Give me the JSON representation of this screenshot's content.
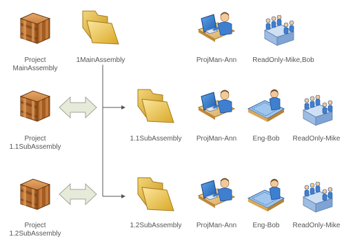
{
  "rows": [
    {
      "project_label": "Project\nMainAssembly",
      "folder_label": "1MainAssembly",
      "roles": [
        "ProjMan-Ann",
        "ReadOnly-Mike,Bob"
      ]
    },
    {
      "project_label": "Project\n1.1SubAssembly",
      "folder_label": "1.1SubAssembly",
      "roles": [
        "ProjMan-Ann",
        "Eng-Bob",
        "ReadOnly-Mike"
      ]
    },
    {
      "project_label": "Project\n1.2SubAssembly",
      "folder_label": "1.2SubAssembly",
      "roles": [
        "ProjMan-Ann",
        "Eng-Bob",
        "ReadOnly-Mike"
      ]
    }
  ],
  "icons": {
    "project": "crate-icon",
    "folder": "folder-icon",
    "project_manager": "person-at-computer-icon",
    "engineer": "person-at-blueprint-table-icon",
    "read_only": "meeting-group-icon",
    "link": "double-arrow-icon"
  },
  "colors": {
    "crate": "#b86a2c",
    "folder": "#e3bb3a",
    "person": "#3f7fd0",
    "arrow_fill": "#e6ead9",
    "connector": "#555555",
    "text": "#555555"
  }
}
